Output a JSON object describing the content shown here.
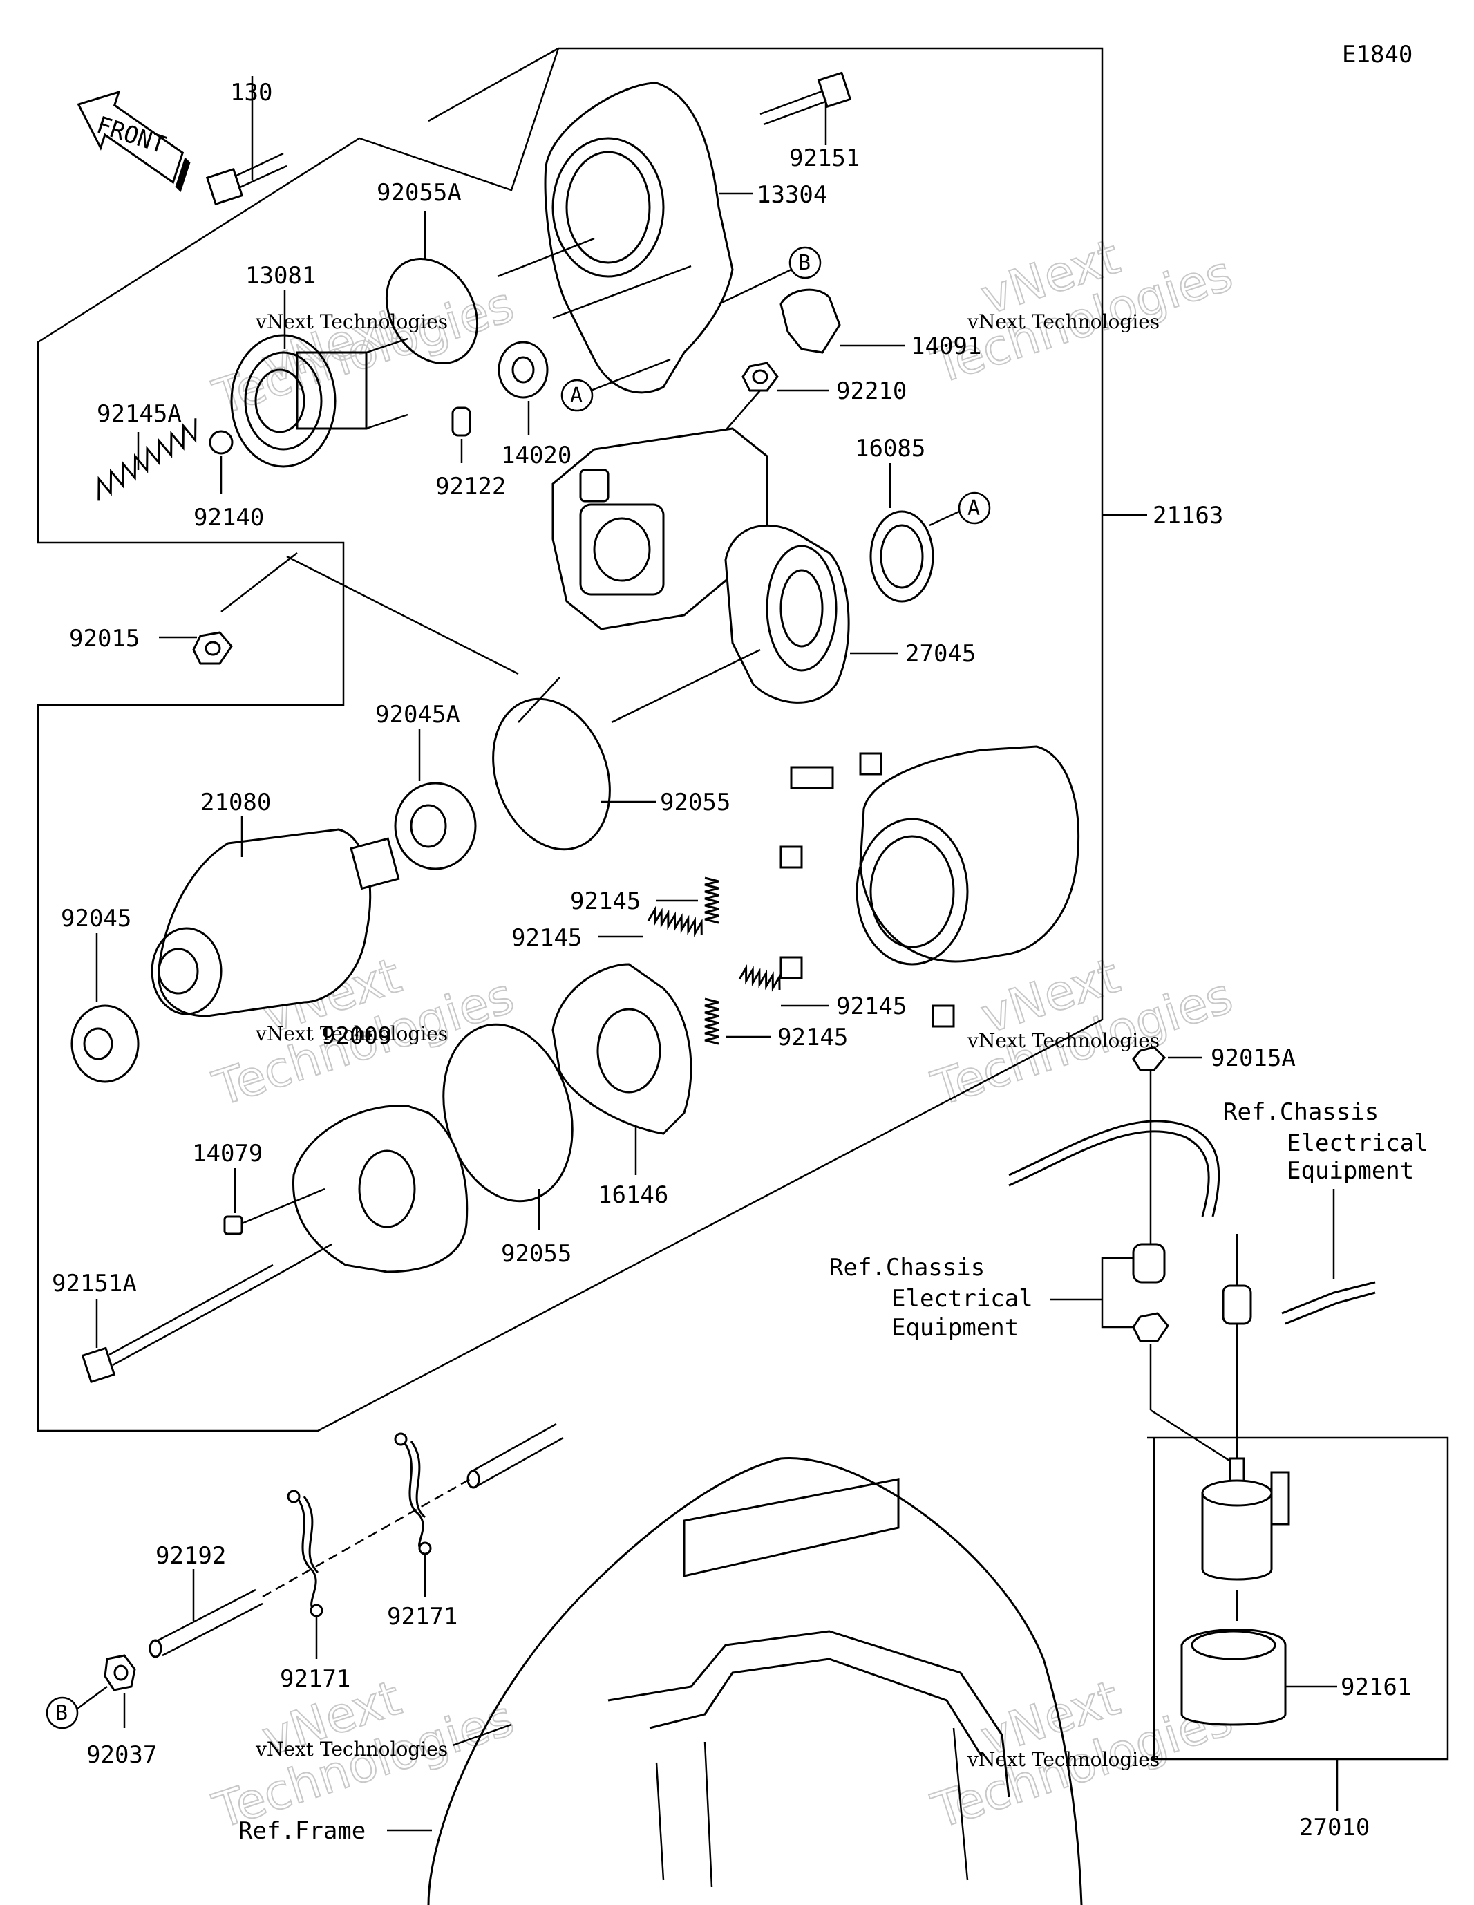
{
  "diagram_code": "E1840",
  "front_label": "FRONT",
  "watermark_text": "vNext Technologies",
  "watermark_big": [
    "vNext",
    "Technologies"
  ],
  "callouts": {
    "A": "A",
    "B": "B"
  },
  "parts": [
    {
      "id": "130",
      "label": "130"
    },
    {
      "id": "92055A",
      "label": "92055A"
    },
    {
      "id": "13081",
      "label": "13081"
    },
    {
      "id": "92145A",
      "label": "92145A"
    },
    {
      "id": "92140",
      "label": "92140"
    },
    {
      "id": "92122",
      "label": "92122"
    },
    {
      "id": "14020",
      "label": "14020"
    },
    {
      "id": "92151",
      "label": "92151"
    },
    {
      "id": "13304",
      "label": "13304"
    },
    {
      "id": "14091",
      "label": "14091"
    },
    {
      "id": "92210",
      "label": "92210"
    },
    {
      "id": "16085",
      "label": "16085"
    },
    {
      "id": "21163",
      "label": "21163"
    },
    {
      "id": "27045",
      "label": "27045"
    },
    {
      "id": "92015",
      "label": "92015"
    },
    {
      "id": "92045A",
      "label": "92045A"
    },
    {
      "id": "92055",
      "label": "92055"
    },
    {
      "id": "21080",
      "label": "21080"
    },
    {
      "id": "92045",
      "label": "92045"
    },
    {
      "id": "92145",
      "label": "92145"
    },
    {
      "id": "16146",
      "label": "16146"
    },
    {
      "id": "92009",
      "label": "92009"
    },
    {
      "id": "14079",
      "label": "14079"
    },
    {
      "id": "92151A",
      "label": "92151A"
    },
    {
      "id": "92015A",
      "label": "92015A"
    },
    {
      "id": "92192",
      "label": "92192"
    },
    {
      "id": "92171",
      "label": "92171"
    },
    {
      "id": "92037",
      "label": "92037"
    },
    {
      "id": "92161",
      "label": "92161"
    },
    {
      "id": "27010",
      "label": "27010"
    }
  ],
  "references": {
    "chassis_1": [
      "Ref.Chassis",
      "Electrical",
      "Equipment"
    ],
    "chassis_2": [
      "Ref.Chassis",
      "Electrical",
      "Equipment"
    ],
    "frame": "Ref.Frame"
  }
}
